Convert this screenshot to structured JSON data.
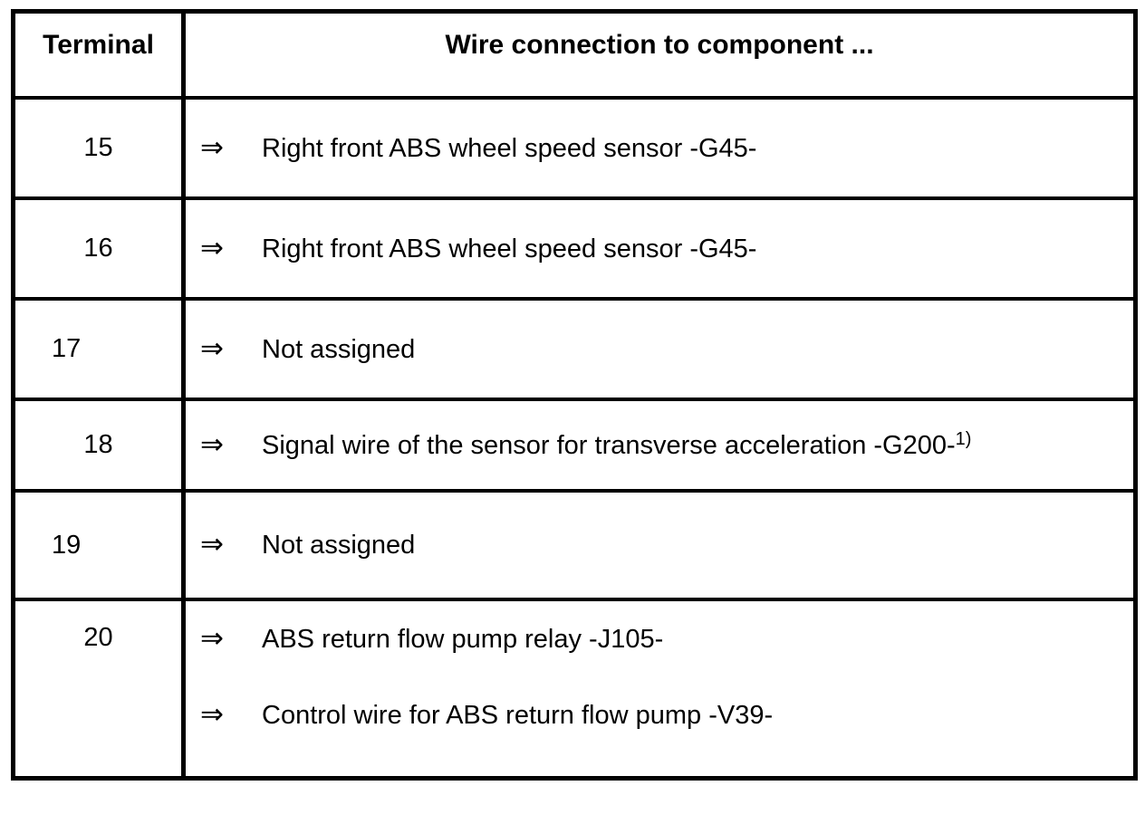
{
  "table": {
    "header": {
      "terminal": "Terminal",
      "connection": "Wire connection to component ..."
    },
    "arrow_glyph": "⇒",
    "rows": [
      {
        "terminal": "15",
        "terminal_align": "center",
        "entries": [
          {
            "text": "Right front ABS wheel speed sensor -G45-",
            "sup": ""
          }
        ]
      },
      {
        "terminal": "16",
        "terminal_align": "center",
        "entries": [
          {
            "text": "Right front ABS wheel speed sensor -G45-",
            "sup": ""
          }
        ]
      },
      {
        "terminal": "17",
        "terminal_align": "left",
        "entries": [
          {
            "text": "Not assigned",
            "sup": ""
          }
        ]
      },
      {
        "terminal": "18",
        "terminal_align": "center",
        "entries": [
          {
            "text": "Signal wire of the sensor for transverse acceleration -G200-",
            "sup": "1)"
          }
        ]
      },
      {
        "terminal": "19",
        "terminal_align": "left",
        "entries": [
          {
            "text": "Not assigned",
            "sup": ""
          }
        ]
      },
      {
        "terminal": "20",
        "terminal_align": "center",
        "entries": [
          {
            "text": "ABS return flow pump relay -J105-",
            "sup": ""
          },
          {
            "text": "Control wire for ABS return flow pump -V39-",
            "sup": ""
          }
        ]
      }
    ],
    "colors": {
      "ink": "#000000",
      "paper": "#ffffff"
    }
  }
}
